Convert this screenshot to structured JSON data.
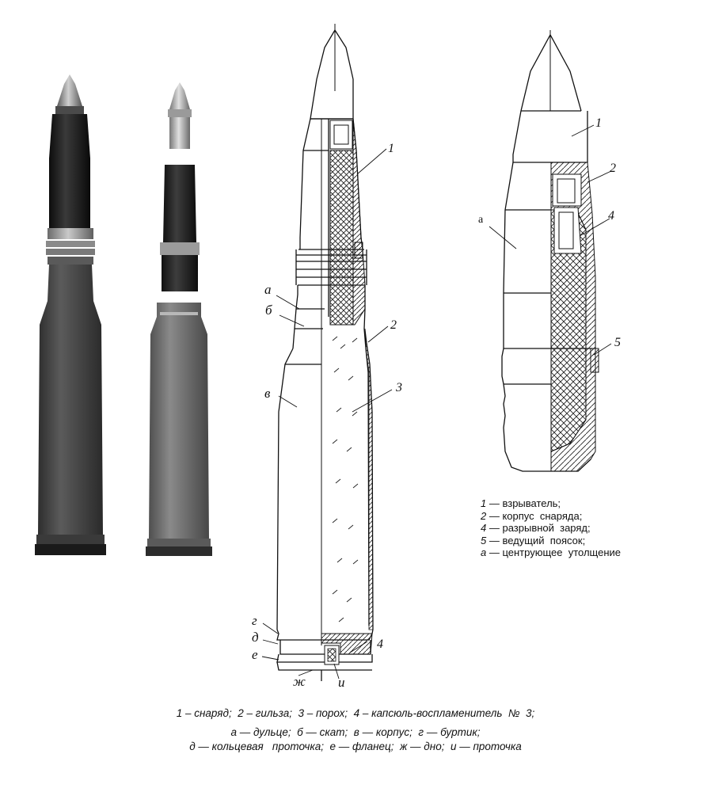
{
  "photo_left": {
    "colors": {
      "tip": "#9a9a9a",
      "body": "#1c1c1c",
      "band": "#8d8d8d",
      "case": "#4b4b4b",
      "rim": "#2a2a2a"
    }
  },
  "photo_right": {
    "colors": {
      "tip": "#b8b8b8",
      "body": "#222222",
      "case": "#6d6d6d",
      "rim": "#3c3c3c"
    }
  },
  "cartridge_labels": {
    "a": "а",
    "b": "б",
    "v": "в",
    "g": "г",
    "d": "д",
    "e": "е",
    "zh": "ж",
    "i": "и",
    "n1": "1",
    "n2": "2",
    "n3": "3",
    "n4": "4"
  },
  "projectile_labels": {
    "n1": "1",
    "n2": "2",
    "n4": "4",
    "n5": "5",
    "a": "а"
  },
  "legend": [
    {
      "key": "1",
      "text": "— взрыватель;"
    },
    {
      "key": "2",
      "text": "— корпус  снаряда;"
    },
    {
      "key": "4",
      "text": "— разрывной  заряд;"
    },
    {
      "key": "5",
      "text": "— ведущий  поясок;"
    },
    {
      "key": "а",
      "text": "— центрующее  утолщение"
    }
  ],
  "caption": {
    "line1": "1 – снаряд;  2 – гильза;  3 – порох;  4 – капсюль-воспламенитель  №  3;",
    "line2": "а — дульце;  б — скат;  в — корпус;  г — буртик;",
    "line3": "д — кольцевая   проточка;  е — фланец;  ж — дно;  и — проточка"
  }
}
